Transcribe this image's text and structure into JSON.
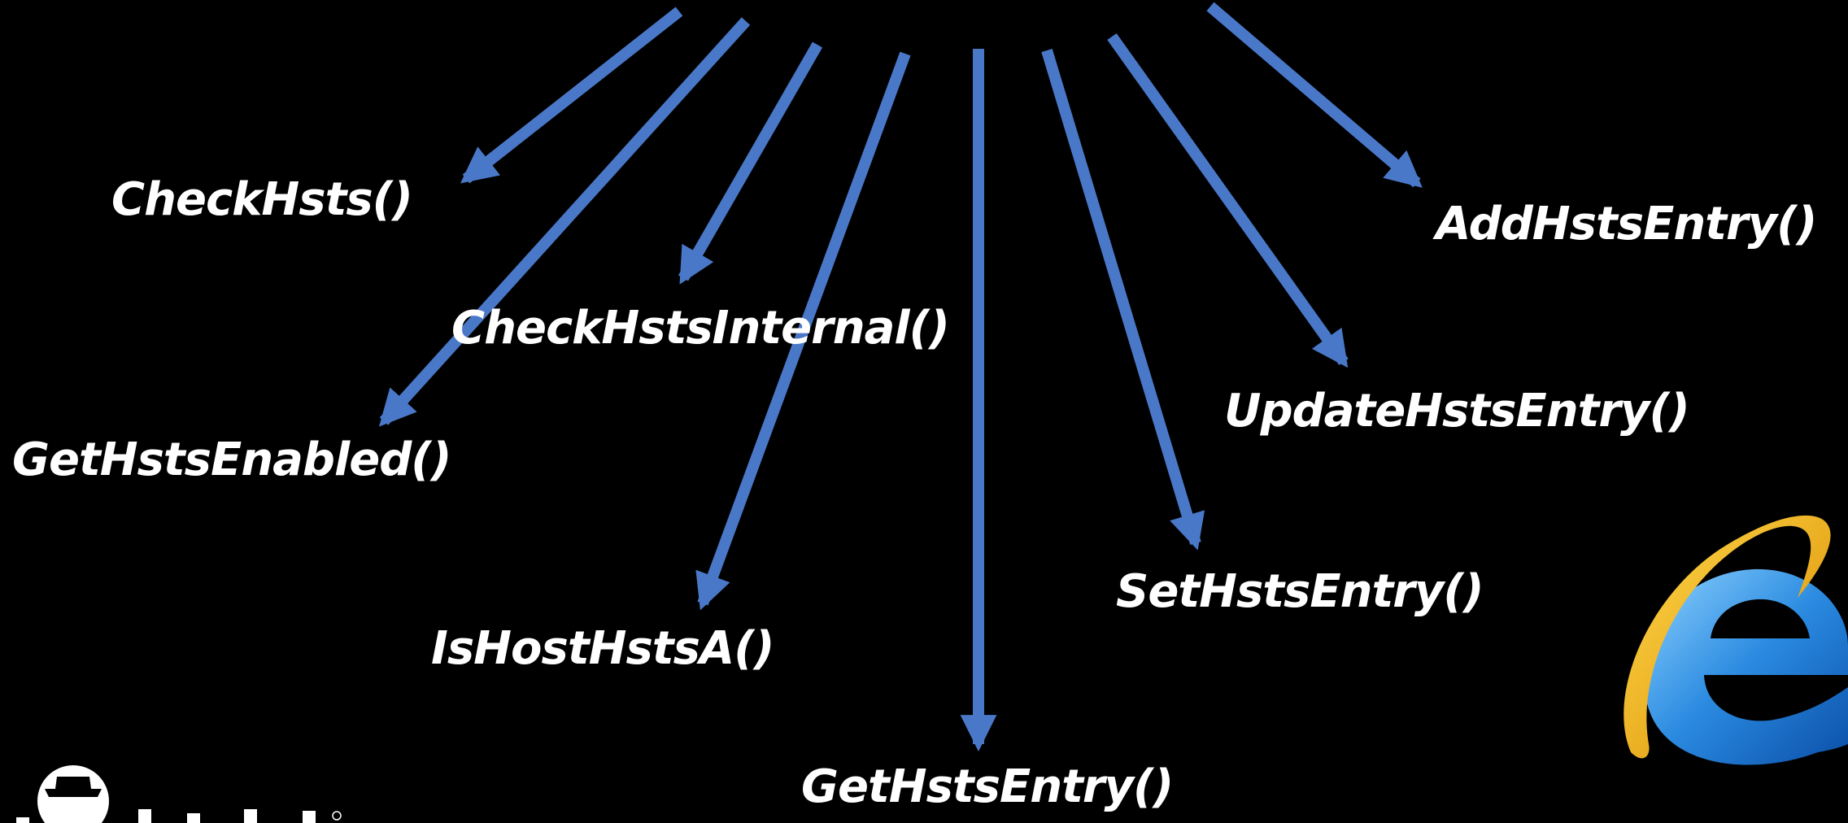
{
  "diagram": {
    "functions": [
      {
        "id": "check-hsts",
        "label": "CheckHsts()"
      },
      {
        "id": "get-hsts-enabled",
        "label": "GetHstsEnabled()"
      },
      {
        "id": "check-hsts-internal",
        "label": "CheckHstsInternal()"
      },
      {
        "id": "is-host-hsts-a",
        "label": "IsHostHstsA()"
      },
      {
        "id": "get-hsts-entry",
        "label": "GetHstsEntry()"
      },
      {
        "id": "set-hsts-entry",
        "label": "SetHstsEntry()"
      },
      {
        "id": "update-hsts-entry",
        "label": "UpdateHstsEntry()"
      },
      {
        "id": "add-hsts-entry",
        "label": "AddHstsEntry()"
      }
    ],
    "arrow_color": "#4a78c8",
    "label_color": "#ffffff",
    "background": "#000000"
  },
  "logos": {
    "browser_logo": "internet-explorer-logo",
    "brand_logo": "hat-figure-logo"
  }
}
